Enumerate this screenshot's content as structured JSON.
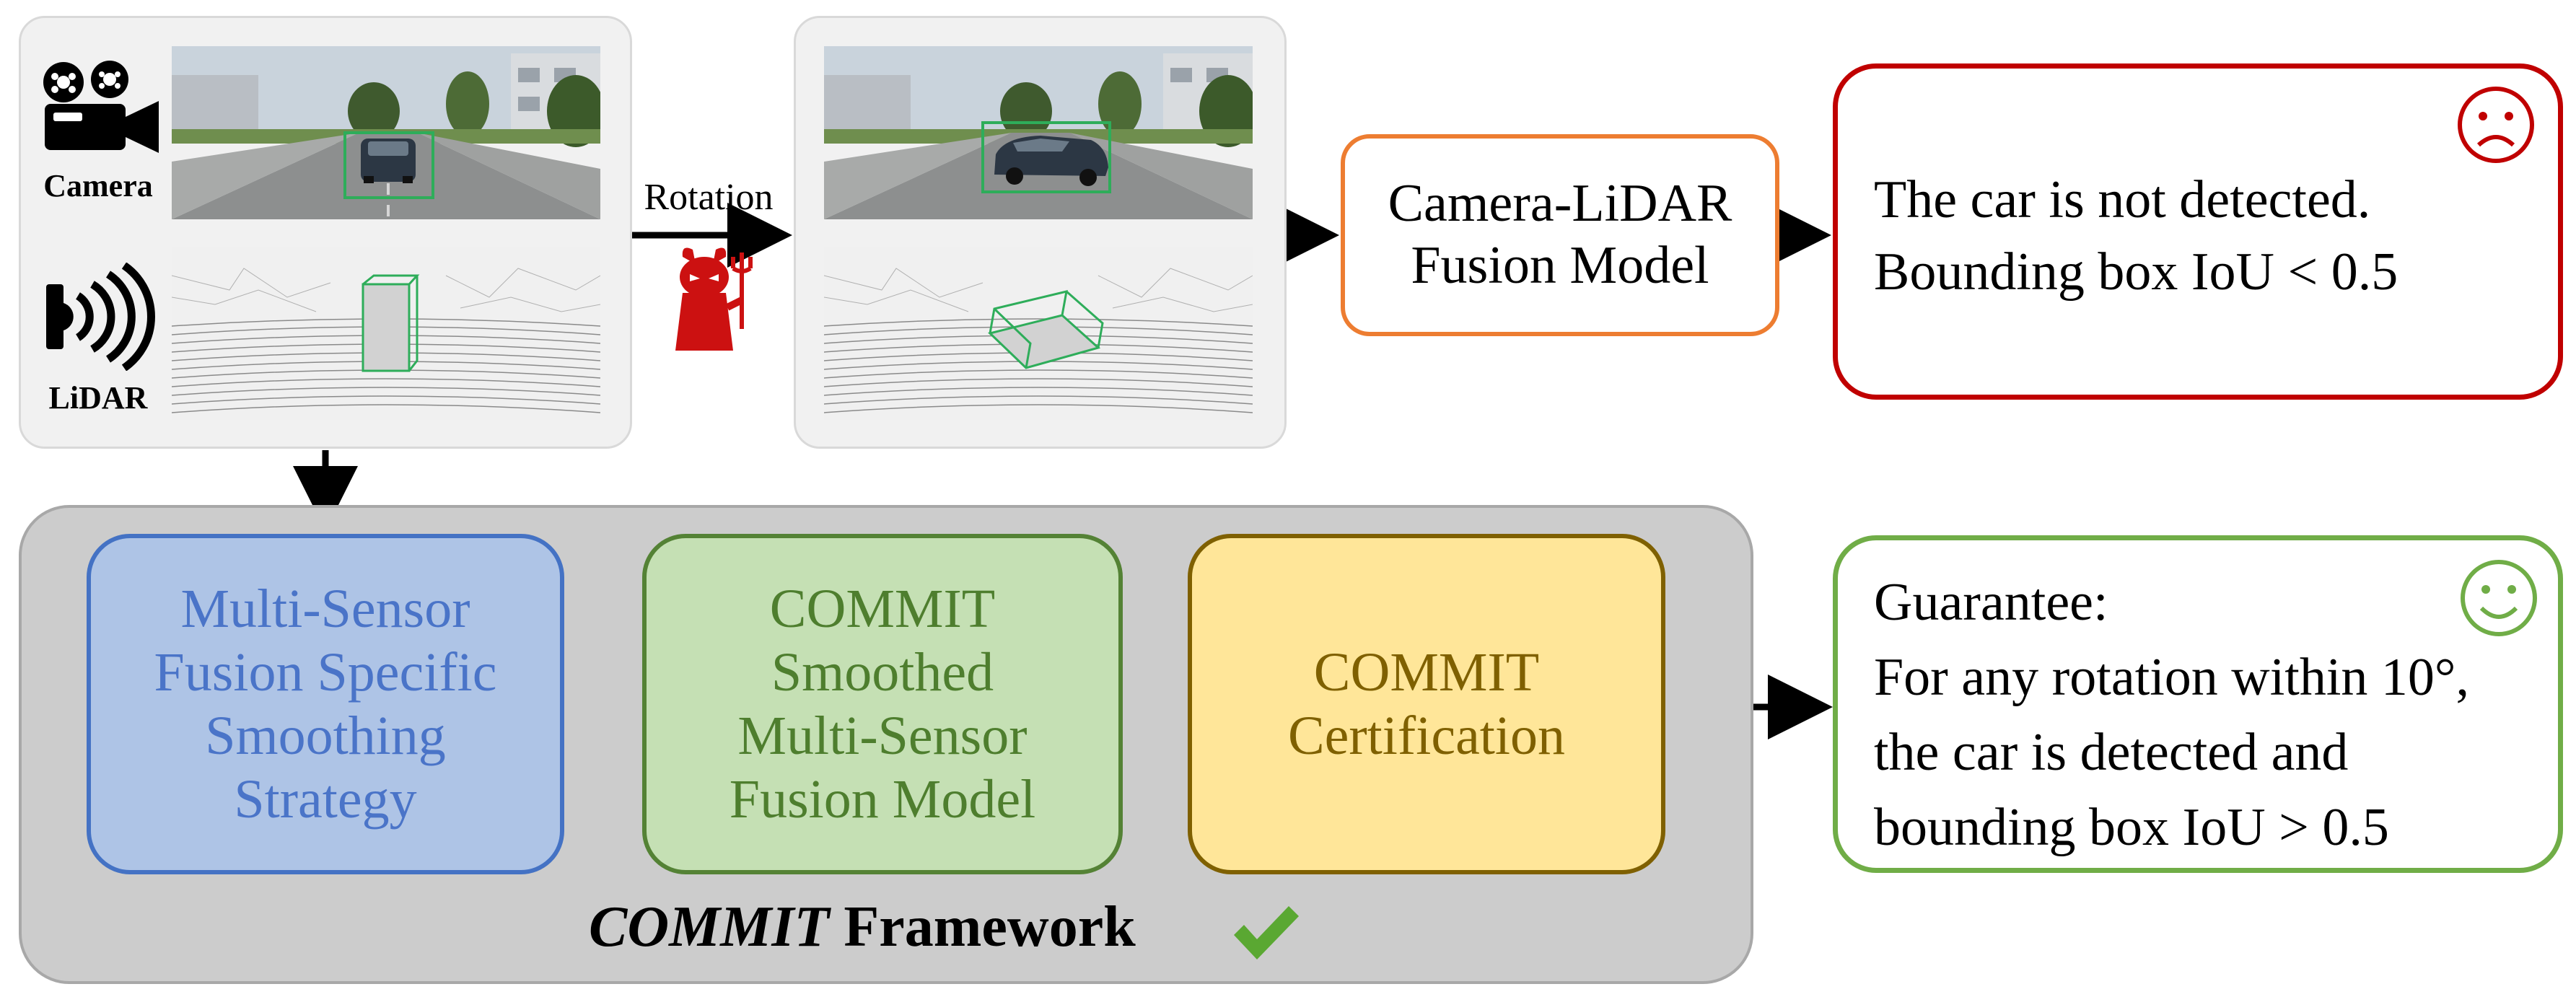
{
  "sensors": {
    "camera_label": "Camera",
    "lidar_label": "LiDAR"
  },
  "attack": {
    "label": "Rotation"
  },
  "fusion_model": {
    "lines": [
      "Camera-LiDAR",
      "Fusion Model"
    ]
  },
  "failure_result": {
    "lines": [
      "The car is not detected.",
      "Bounding box IoU < 0.5"
    ],
    "face_icon": "sad-face-icon",
    "color": "#c00000"
  },
  "framework": {
    "title_italic": "COMMIT",
    "title_rest": " Framework",
    "check_icon": "check-mark-icon",
    "check_color": "#5aa832",
    "steps": [
      {
        "lines": [
          "Multi-Sensor",
          "Fusion Specific",
          "Smoothing",
          "Strategy"
        ],
        "fill": "#aec4e6",
        "border": "#4472c4",
        "text_color": "#4a74c8"
      },
      {
        "lines": [
          "COMMIT",
          "Smoothed",
          "Multi-Sensor",
          "Fusion Model"
        ],
        "fill": "#c5e0b4",
        "border": "#548235",
        "text_color": "#4e7e2e"
      },
      {
        "lines": [
          "COMMIT",
          "Certification"
        ],
        "fill": "#ffe699",
        "border": "#7f6000",
        "text_color": "#7f6000"
      }
    ]
  },
  "guarantee_result": {
    "lines": [
      "Guarantee:",
      "For any rotation within 10°,",
      "the car is detected and",
      "bounding box IoU > 0.5"
    ],
    "face_icon": "smiley-face-icon",
    "color": "#70ad47"
  },
  "colors": {
    "fusion_border": "#ed7d31",
    "detection_box": "#2ead5a",
    "devil": "#cc1111"
  }
}
